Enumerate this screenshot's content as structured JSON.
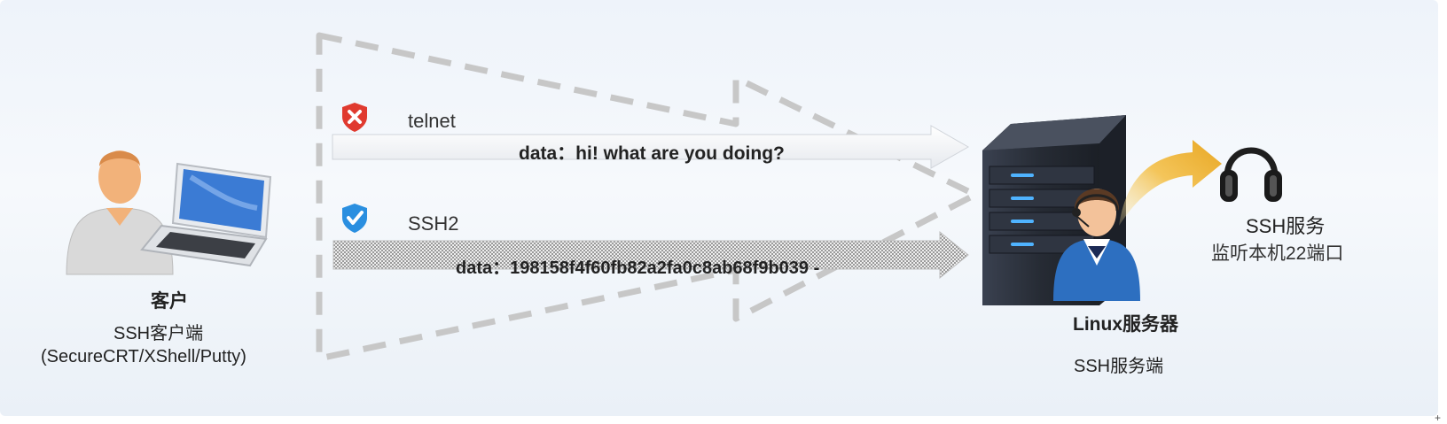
{
  "client": {
    "title": "客户",
    "ssh_client_label": "SSH客户端",
    "tools_label": "(SecureCRT/XShell/Putty)"
  },
  "protocols": {
    "telnet": {
      "label": "telnet",
      "data_text": "data：hi! what are you doing?"
    },
    "ssh2": {
      "label": "SSH2",
      "data_text": "data：198158f4f60fb82a2fa0c8ab68f9b039  -"
    }
  },
  "server": {
    "title": "Linux服务器",
    "subtitle": "SSH服务端"
  },
  "service": {
    "title": "SSH服务",
    "port_text": "监听本机22端口"
  },
  "colors": {
    "insecure_badge": "#e03a2f",
    "secure_badge": "#2a8fe0",
    "server_body": "#2a2f38",
    "led": "#4fb3ff",
    "arrow_gold": "#f0b83c",
    "dashed_arrow": "#c8c8c8"
  },
  "icons": {
    "insecure": "shield-x-icon",
    "secure": "shield-check-icon",
    "client": "user-laptop-icon",
    "server": "server-tower-icon",
    "operator": "operator-headset-icon",
    "headphones": "headphones-icon",
    "flow": "curved-arrow-icon"
  }
}
